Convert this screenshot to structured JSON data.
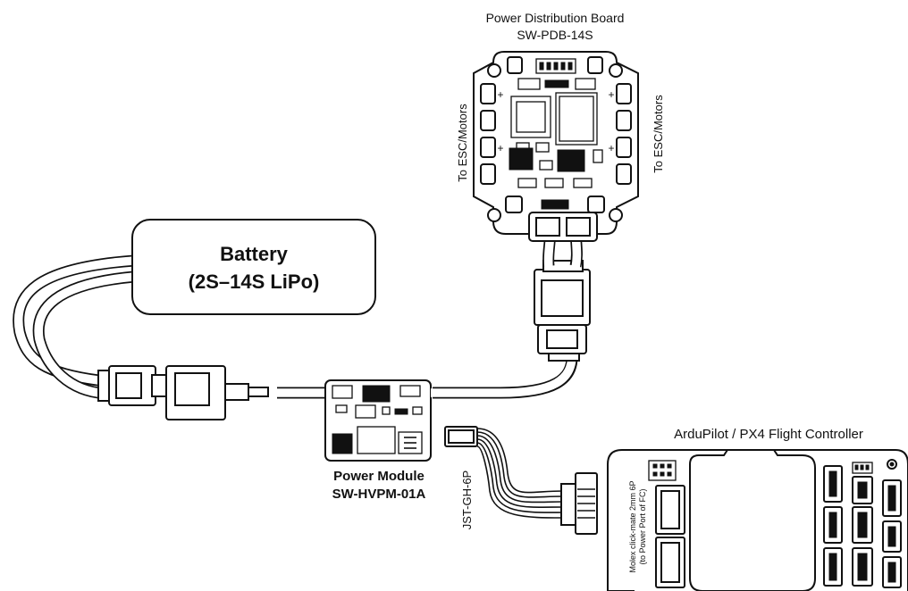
{
  "diagram": {
    "pdb": {
      "title": "Power Distribution Board",
      "model": "SW-PDB-14S",
      "esc_left": "To ESC/Motors",
      "esc_right": "To ESC/Motors"
    },
    "battery": {
      "line1": "Battery",
      "line2": "(2S–14S LiPo)"
    },
    "power_module": {
      "name": "Power Module",
      "model": "SW-HVPM-01A"
    },
    "cable_label": "JST-GH-6P",
    "flight_controller": {
      "title": "ArduPilot / PX4 Flight Controller",
      "port_line1": "Molex click-mate 2mm 6P",
      "port_line2": "(to Power Port of FC)"
    }
  }
}
